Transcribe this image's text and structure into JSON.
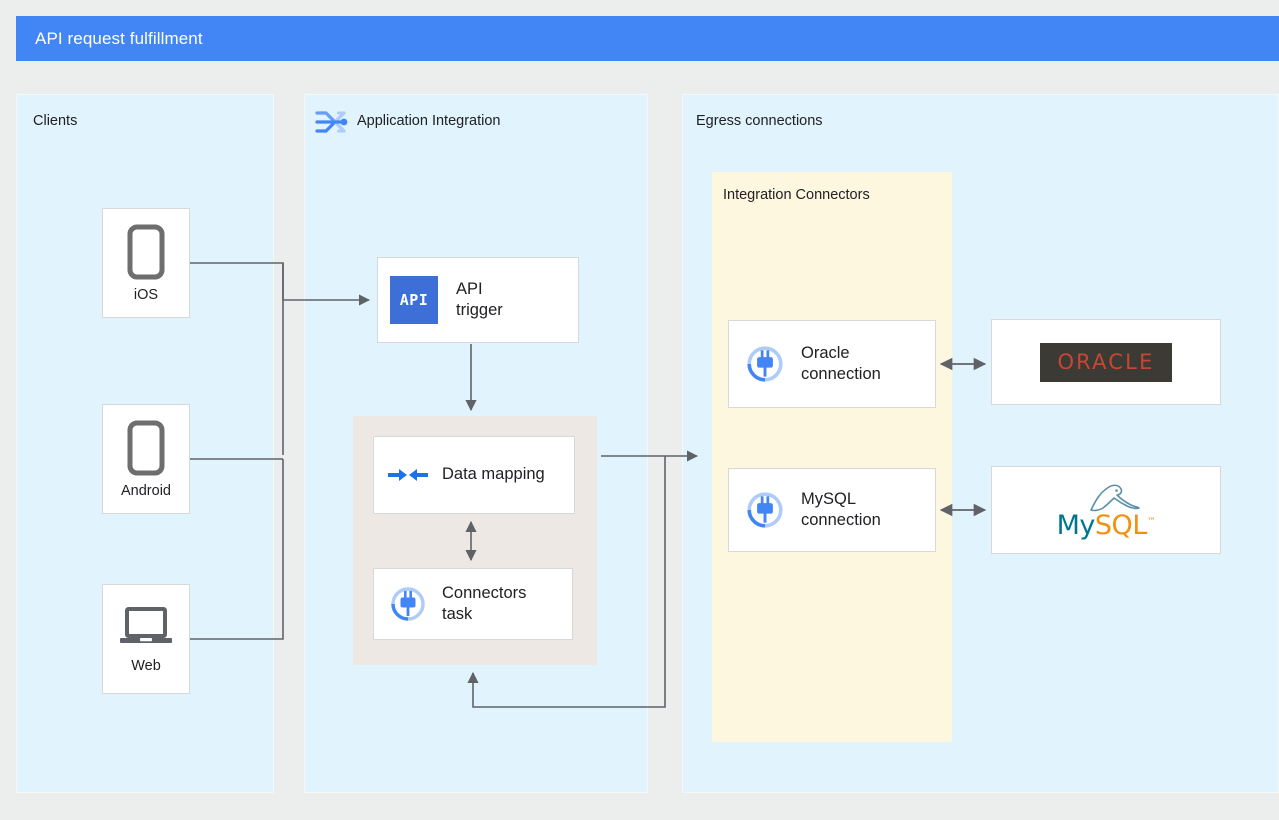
{
  "header": {
    "title": "API request fulfillment",
    "bar_color": "#4285f4"
  },
  "page": {
    "background": "#eceded"
  },
  "panels": {
    "clients": {
      "label": "Clients",
      "background": "#e1f3fc"
    },
    "application_integration": {
      "label": "Application Integration",
      "icon": "application-integration-icon",
      "background": "#e1f3fc"
    },
    "egress": {
      "label": "Egress connections",
      "background": "#e1f3fc"
    },
    "integration_connectors": {
      "label": "Integration Connectors",
      "background": "#fef7e0"
    },
    "mapping_group": {
      "background": "#eee8e5"
    }
  },
  "clients": [
    {
      "label": "iOS",
      "icon": "mobile-phone-icon"
    },
    {
      "label": "Android",
      "icon": "mobile-phone-icon"
    },
    {
      "label": "Web",
      "icon": "laptop-icon"
    }
  ],
  "integration_nodes": {
    "api_trigger": {
      "label": "API\ntrigger",
      "icon": "api-trigger-icon",
      "icon_text": "API",
      "icon_color": "#3d6fd6"
    },
    "data_mapping": {
      "label": "Data mapping",
      "icon": "data-mapping-icon",
      "icon_color": "#1a73e8"
    },
    "connectors_task": {
      "label": "Connectors\ntask",
      "icon": "connector-plug-icon",
      "icon_color": "#4285f4"
    }
  },
  "connections": [
    {
      "label": "Oracle\nconnection",
      "icon": "connector-plug-icon"
    },
    {
      "label": "MySQL\nconnection",
      "icon": "connector-plug-icon"
    }
  ],
  "databases": [
    {
      "name": "oracle-logo",
      "text": "ORACLE",
      "text_color": "#c74634",
      "background": "#3c3a35"
    },
    {
      "name": "mysql-logo",
      "text_primary": "My",
      "text_secondary": "SQL",
      "trademark": "™",
      "primary_color": "#00758f",
      "secondary_color": "#f29111"
    }
  ],
  "wire_color": "#5f6368"
}
